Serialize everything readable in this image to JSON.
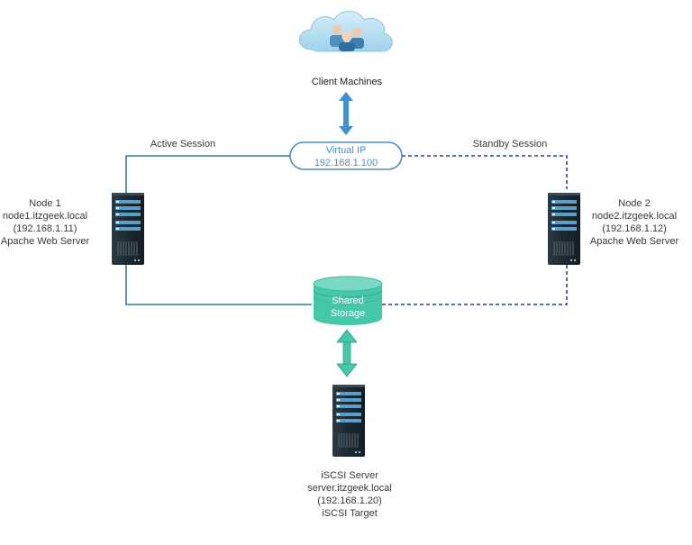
{
  "client": {
    "label": "Client Machines",
    "icon": "users-cloud-icon"
  },
  "vip": {
    "title": "Virtual IP",
    "address": "192.168.1.100"
  },
  "sessions": {
    "active": "Active Session",
    "standby": "Standby Session"
  },
  "node1": {
    "lines": [
      "Node 1",
      "node1.itzgeek.local",
      "(192.168.1.11)",
      "Apache Web Server"
    ],
    "icon": "server-rack-icon"
  },
  "node2": {
    "lines": [
      "Node 2",
      "node2.itzgeek.local",
      "(192.168.1.12)",
      "Apache Web Server"
    ],
    "icon": "server-rack-icon"
  },
  "storage": {
    "lines": [
      "Shared",
      "Storage"
    ],
    "icon": "database-cylinder-icon"
  },
  "iscsi": {
    "lines": [
      "iSCSI Server",
      "server.itzgeek.local",
      "(192.168.1.20)",
      "iSCSI Target"
    ],
    "icon": "server-rack-icon"
  },
  "colors": {
    "active_line": "#2f7f98",
    "standby_line": "#27438a",
    "vip_border": "#4a8fc6",
    "client_arrow": "#3d8fd6",
    "storage_fill": "#45c7a9",
    "storage_arrow": "#45c7a9",
    "server_body": "#1e2a32",
    "cloud_fill": "#b9dff2"
  }
}
